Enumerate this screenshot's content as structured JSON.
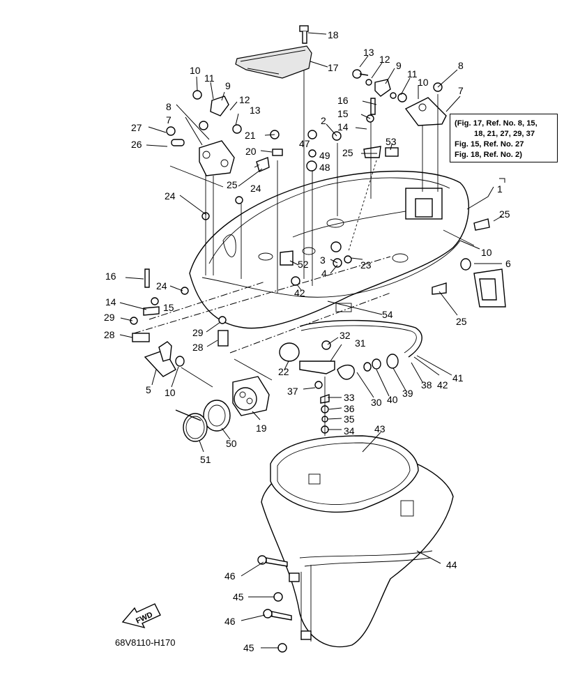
{
  "diagram_code": "68V8110-H170",
  "fwd_label": "FWD",
  "note": {
    "lines": [
      "(Fig. 17, Ref. No. 8, 15,",
      "18, 21, 27, 29, 37",
      "Fig. 15, Ref. No. 27",
      "Fig. 18, Ref. No. 2)"
    ]
  },
  "callouts": [
    {
      "num": "1"
    },
    {
      "num": "2"
    },
    {
      "num": "3"
    },
    {
      "num": "4"
    },
    {
      "num": "5"
    },
    {
      "num": "6"
    },
    {
      "num": "7"
    },
    {
      "num": "7"
    },
    {
      "num": "8"
    },
    {
      "num": "8"
    },
    {
      "num": "9"
    },
    {
      "num": "9"
    },
    {
      "num": "10"
    },
    {
      "num": "10"
    },
    {
      "num": "10"
    },
    {
      "num": "10"
    },
    {
      "num": "11"
    },
    {
      "num": "11"
    },
    {
      "num": "12"
    },
    {
      "num": "12"
    },
    {
      "num": "13"
    },
    {
      "num": "13"
    },
    {
      "num": "14"
    },
    {
      "num": "14"
    },
    {
      "num": "15"
    },
    {
      "num": "15"
    },
    {
      "num": "16"
    },
    {
      "num": "16"
    },
    {
      "num": "17"
    },
    {
      "num": "18"
    },
    {
      "num": "19"
    },
    {
      "num": "20"
    },
    {
      "num": "21"
    },
    {
      "num": "22"
    },
    {
      "num": "23"
    },
    {
      "num": "24"
    },
    {
      "num": "24"
    },
    {
      "num": "24"
    },
    {
      "num": "25"
    },
    {
      "num": "25"
    },
    {
      "num": "25"
    },
    {
      "num": "25"
    },
    {
      "num": "26"
    },
    {
      "num": "27"
    },
    {
      "num": "28"
    },
    {
      "num": "28"
    },
    {
      "num": "29"
    },
    {
      "num": "29"
    },
    {
      "num": "30"
    },
    {
      "num": "31"
    },
    {
      "num": "32"
    },
    {
      "num": "33"
    },
    {
      "num": "34"
    },
    {
      "num": "35"
    },
    {
      "num": "36"
    },
    {
      "num": "37"
    },
    {
      "num": "38"
    },
    {
      "num": "39"
    },
    {
      "num": "40"
    },
    {
      "num": "41"
    },
    {
      "num": "42"
    },
    {
      "num": "42"
    },
    {
      "num": "43"
    },
    {
      "num": "44"
    },
    {
      "num": "45"
    },
    {
      "num": "45"
    },
    {
      "num": "46"
    },
    {
      "num": "46"
    },
    {
      "num": "47"
    },
    {
      "num": "48"
    },
    {
      "num": "49"
    },
    {
      "num": "50"
    },
    {
      "num": "51"
    },
    {
      "num": "52"
    },
    {
      "num": "53"
    },
    {
      "num": "54"
    }
  ]
}
